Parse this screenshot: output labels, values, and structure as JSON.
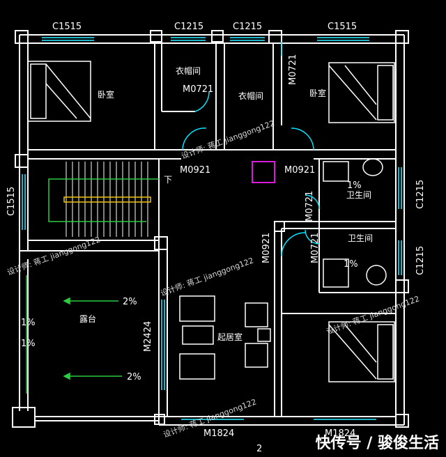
{
  "windows": {
    "top_left": "C1515",
    "top_mid_left": "C1215",
    "top_mid_right": "C1215",
    "top_right": "C1515",
    "left_stair": "C1515",
    "right_top": "C1215",
    "right_bottom": "C1215"
  },
  "doors": {
    "closet_left": "M0721",
    "top_right_vertical": "M0721",
    "hall_left": "M0921",
    "hall_right": "M0921",
    "bath_upper": "M0721",
    "bath_lower": "M0721",
    "corridor": "M0921",
    "living_side": "M2424",
    "bottom_left": "M1824",
    "bottom_right": "M1824",
    "bottom_partial": "2"
  },
  "rooms": {
    "bedroom_left": "卧室",
    "closet_left": "衣帽间",
    "closet_right": "衣帽间",
    "bedroom_right": "卧室",
    "bath_upper": "卫生间",
    "bath_lower": "卫生间",
    "terrace": "露台",
    "living": "起居室",
    "stair_down": "下"
  },
  "slopes": {
    "terrace_top": "2%",
    "terrace_bottom": "2%",
    "terrace_left_1": "1%",
    "terrace_left_2": "1%",
    "bath_upper": "1%",
    "bath_lower": "1%"
  },
  "watermark": "设计师: 蒋工 jianggong122",
  "overlay": "快传号 / 骏俊生活",
  "colors": {
    "wall": "#ffffff",
    "window": "#1fb5c9",
    "green_line": "#2ecc40",
    "cyan_line": "#00e5ff",
    "magenta": "#d81bd8"
  }
}
